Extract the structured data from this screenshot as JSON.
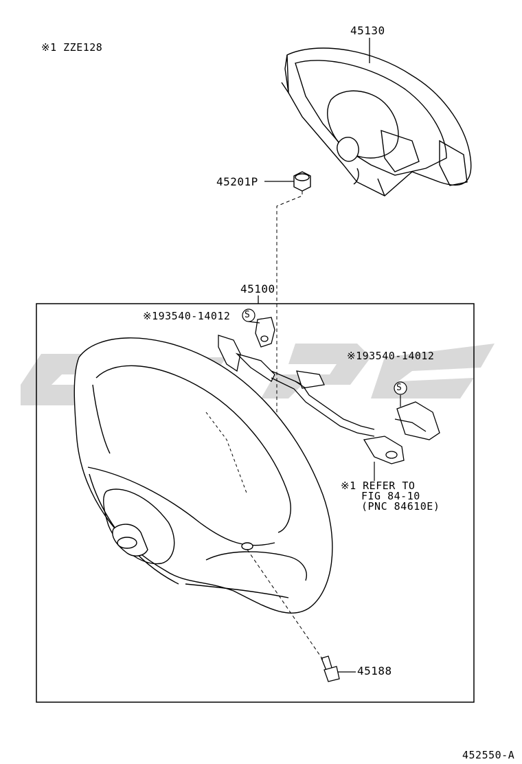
{
  "header": {
    "note": "※1 ZZE128"
  },
  "parts": {
    "pad": "45130",
    "nut": "45201P",
    "wheel": "45100",
    "screw": "45188",
    "sw_left": "※193540-14012",
    "sw_right": "※193540-14012",
    "sw_left_mark": "S",
    "sw_right_mark": "S"
  },
  "refer": {
    "line1": "※1 REFER TO",
    "line2": "FIG 84-10",
    "line3": "(PNC 84610E)"
  },
  "figure_id": "452550-A",
  "watermark": {
    "color": "#d9d9d9"
  }
}
